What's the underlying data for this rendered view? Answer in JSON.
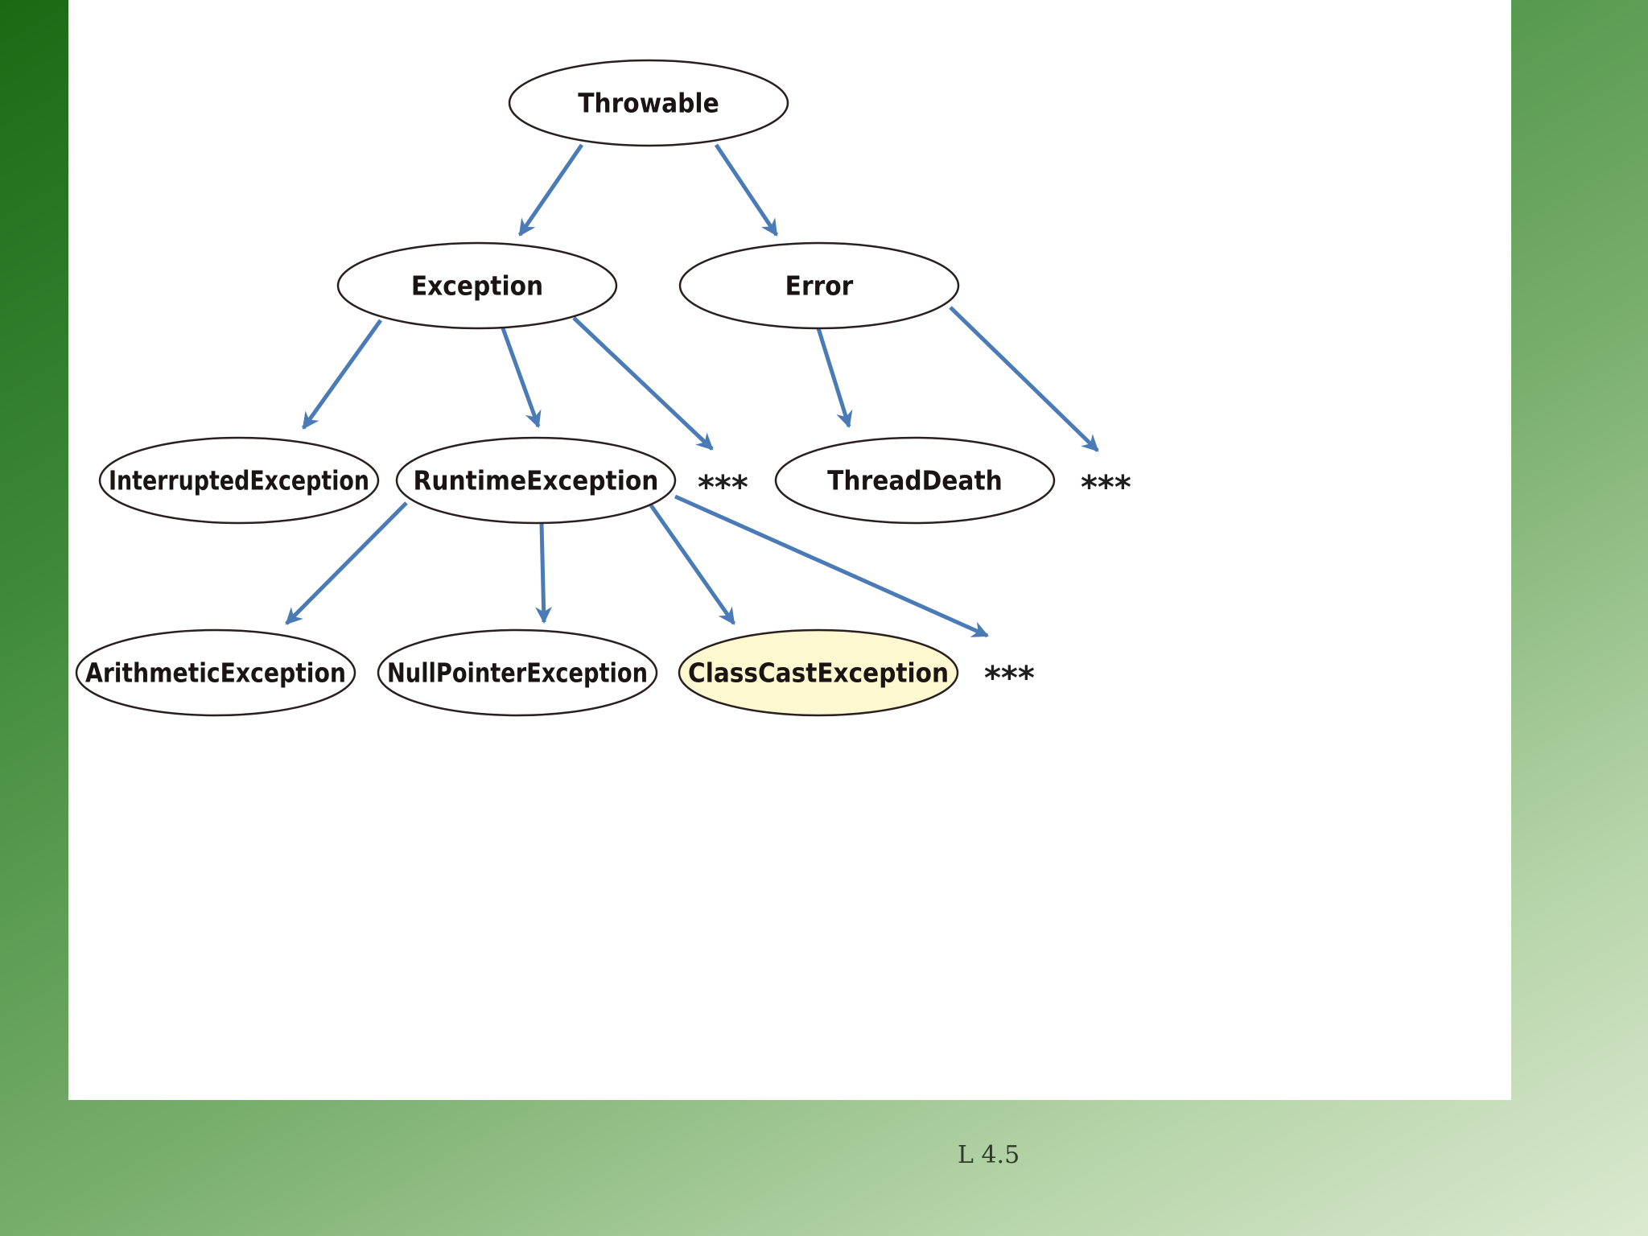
{
  "diagram": {
    "nodes": [
      {
        "id": "throwable",
        "label": "Throwable",
        "highlight": false
      },
      {
        "id": "exception",
        "label": "Exception",
        "highlight": false
      },
      {
        "id": "error",
        "label": "Error",
        "highlight": false
      },
      {
        "id": "interrupted",
        "label": "InterruptedException",
        "highlight": false
      },
      {
        "id": "runtime",
        "label": "RuntimeException",
        "highlight": false
      },
      {
        "id": "threaddeath",
        "label": "ThreadDeath",
        "highlight": false
      },
      {
        "id": "arithmetic",
        "label": "ArithmeticException",
        "highlight": false
      },
      {
        "id": "nullpointer",
        "label": "NullPointerException",
        "highlight": false
      },
      {
        "id": "classcast",
        "label": "ClassCastException",
        "highlight": true
      }
    ],
    "ellipsis_marks": [
      {
        "id": "more-exception",
        "text": "***"
      },
      {
        "id": "more-error",
        "text": "***"
      },
      {
        "id": "more-runtime",
        "text": "***"
      }
    ],
    "edges": [
      {
        "from": "throwable",
        "to": "exception"
      },
      {
        "from": "throwable",
        "to": "error"
      },
      {
        "from": "exception",
        "to": "interrupted"
      },
      {
        "from": "exception",
        "to": "runtime"
      },
      {
        "from": "exception",
        "to": "more-exception"
      },
      {
        "from": "error",
        "to": "threaddeath"
      },
      {
        "from": "error",
        "to": "more-error"
      },
      {
        "from": "runtime",
        "to": "arithmetic"
      },
      {
        "from": "runtime",
        "to": "nullpointer"
      },
      {
        "from": "runtime",
        "to": "classcast"
      },
      {
        "from": "runtime",
        "to": "more-runtime"
      }
    ],
    "colors": {
      "arrow": "#4a7bb7",
      "outline": "#2a1f1f",
      "highlight_fill": "#fdf8cf"
    }
  },
  "footer": {
    "slide_number": "L 4.5"
  }
}
